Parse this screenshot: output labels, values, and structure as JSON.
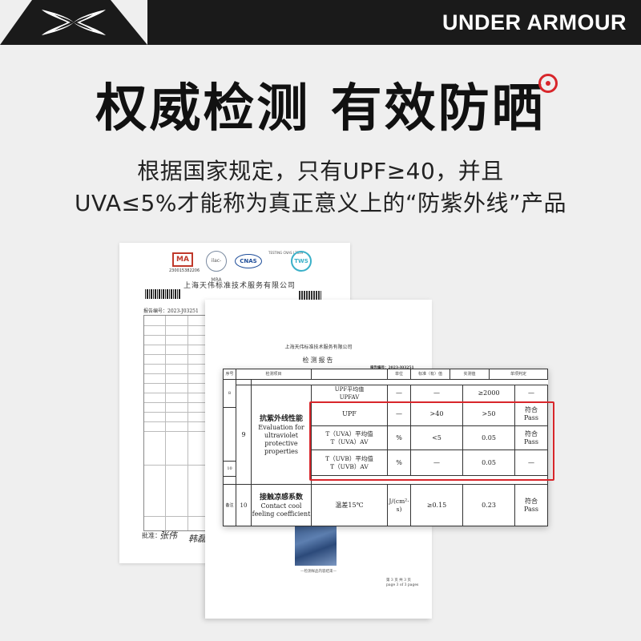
{
  "brand": {
    "logo_icon": "under-armour-logo-icon",
    "name": "UNDER ARMOUR",
    "accent_color": "#d8262b",
    "bar_color": "#1a1a1a"
  },
  "headline": "权威检测 有效防晒",
  "subtitle_line1": "根据国家规定，只有UPF≥40，并且",
  "subtitle_line2": "UVA≤5%才能称为真正意义上的“防紫外线”产品",
  "back_document": {
    "logo_ma": "MA",
    "logo_ma_number": "230015382206",
    "logo_ilac": "ilac-MRA",
    "logo_cnas": "CNAS",
    "logo_testing": "TESTING CNAS L7539",
    "logo_tws": "TWS",
    "company": "上海天伟标准技术服务有限公司",
    "report_no": "报告编号：2023-J03251",
    "signatures": [
      "批准：",
      "张伟",
      "韩磊"
    ]
  },
  "front_document": {
    "company": "上海天伟标准技术服务有限公司",
    "title": "检测报告",
    "report_no": "报告编号：2023-J03251",
    "photo_caption": "—检测样品内容结束—",
    "page_cn": "第 3 页 共 3 页",
    "page_en": "page 3 of 3 pages"
  },
  "table": {
    "headers": [
      "序号",
      "检测项目",
      "单位",
      "标准（有）值",
      "实测值",
      "单项判定"
    ],
    "rows": {
      "r8": {
        "no": "8"
      },
      "upf_avg": {
        "item": "UPF平均值\nUPFAV",
        "unit": "—",
        "std": "—",
        "value": "≥2000",
        "judge": "—"
      },
      "uv_group": {
        "no": "9",
        "name_cn": "抗紫外线性能",
        "name_en": "Evaluation for ultraviolet protective properties"
      },
      "upf": {
        "item": "UPF",
        "unit": "—",
        "std": ">40",
        "value": ">50",
        "judge": "符合\nPass"
      },
      "uva": {
        "item": "T（UVA）平均值\nT（UVA）AV",
        "unit": "%",
        "std": "<5",
        "value": "0.05",
        "judge": "符合\nPass"
      },
      "uvb": {
        "item": "T（UVB）平均值\nT（UVB）AV",
        "unit": "%",
        "std": "—",
        "value": "0.05",
        "judge": "—"
      },
      "r10": {
        "no": "10"
      },
      "cool": {
        "no": "10",
        "name_cn": "接触凉感系数",
        "name_en": "Contact cool feeling coefficient",
        "item": "温差15℃",
        "unit": "J/(cm²·s)",
        "std": "≥0.15",
        "value": "0.23",
        "judge": "符合\nPass"
      },
      "remark": {
        "label": "备注"
      }
    }
  }
}
